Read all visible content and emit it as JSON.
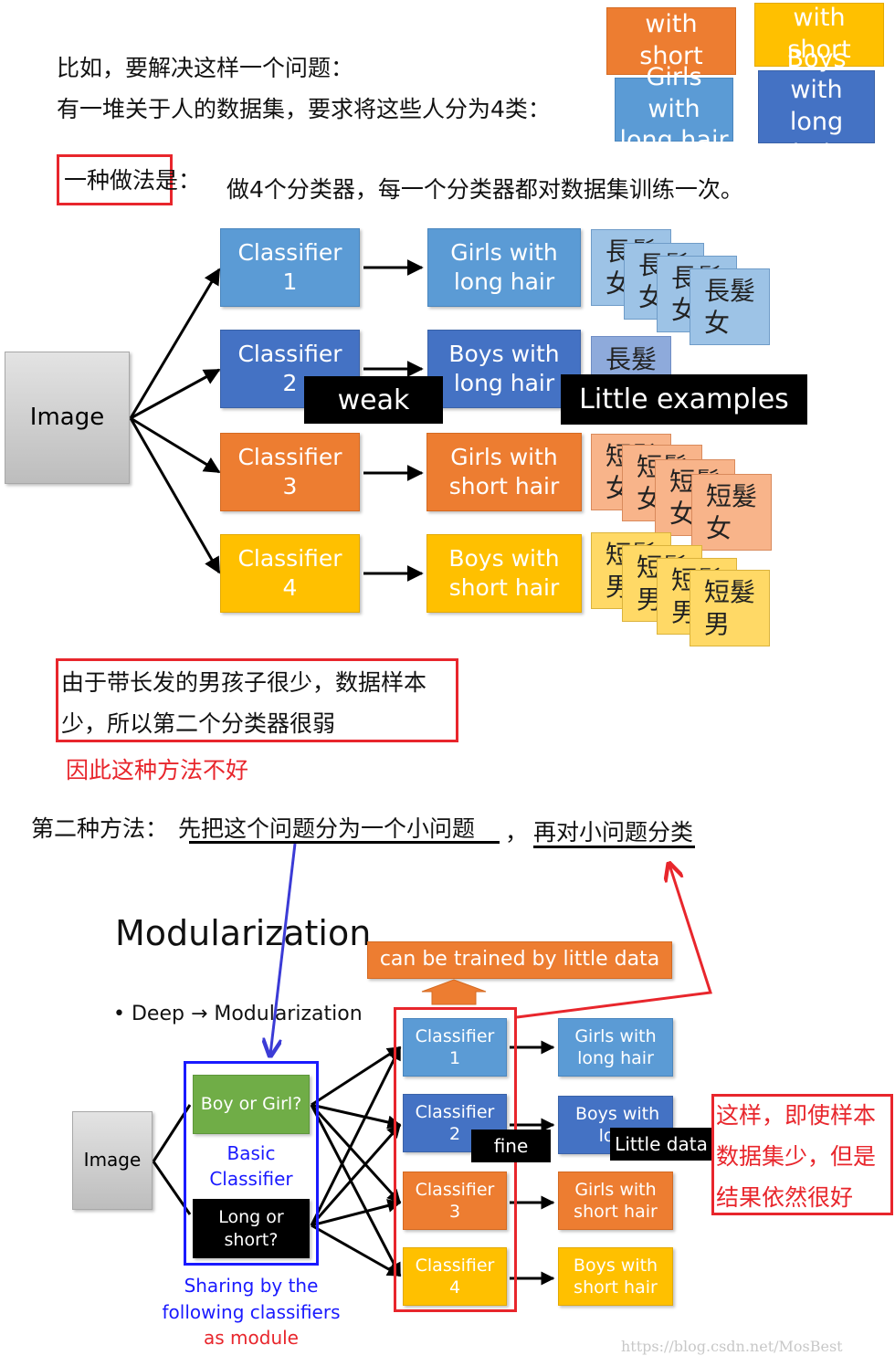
{
  "intro": {
    "line1": "比如，要解决这样一个问题：",
    "line2": "有一堆关于人的数据集，要求将这些人分为4类：",
    "method1_label": "一种做法是：",
    "method1_desc": "做4个分类器，每一个分类器都对数据集训练一次。"
  },
  "legend": [
    {
      "text": "Girls with short hair",
      "color": "#ed7d31"
    },
    {
      "text": "Boys with short hair",
      "color": "#ffc000"
    },
    {
      "text": "Girls with long hair",
      "color": "#5b9bd5"
    },
    {
      "text": "Boys with long hair",
      "color": "#4472c4"
    }
  ],
  "diagram1": {
    "image_label": "Image",
    "classifiers": [
      "Classifier\n1",
      "Classifier\n2",
      "Classifier\n3",
      "Classifier\n4"
    ],
    "classes": [
      "Girls with\nlong hair",
      "Boys with\nlong hair",
      "Girls with\nshort hair",
      "Boys with\nshort hair"
    ],
    "cards": {
      "long_girl": "長髮\n女",
      "long_boy": "長髮",
      "short_girl": "短髮\n女",
      "short_boy": "短髮\n男",
      "short_partial": "短"
    },
    "weak_label": "weak",
    "little_label": "Little examples"
  },
  "note1": {
    "text1": "由于带长发的男孩子很少，数据样本",
    "text2": "少，所以第二个分类器很弱",
    "conclusion": "因此这种方法不好"
  },
  "method2": {
    "prefix": "第二种方法：",
    "part1": "先把这个问题分为一个小问题",
    "sep": "，",
    "part2": "再对小问题分类"
  },
  "diagram2": {
    "title": "Modularization",
    "bullet": "• Deep → Modularization",
    "trained_label": "can be trained by little data",
    "image_label": "Image",
    "basic1": "Boy or Girl?",
    "basic2": "Long or\nshort?",
    "basic_caption": "Basic\nClassifier",
    "sharing1": "Sharing by the",
    "sharing2": "following classifiers",
    "sharing3": "as module",
    "classifiers": [
      "Classifier\n1",
      "Classifier\n2",
      "Classifier\n3",
      "Classifier\n4"
    ],
    "classes": [
      "Girls with\nlong hair",
      "Boys with\nlong",
      "Girls with\nshort hair",
      "Boys with\nshort hair"
    ],
    "fine_label": "fine",
    "little_label": "Little data"
  },
  "note2": {
    "line1": "这样，即使样本",
    "line2": "数据集少，但是",
    "line3": "结果依然很好"
  },
  "watermark": "https://blog.csdn.net/MosBest",
  "colors": {
    "red": "#e8262c",
    "blue_arrow": "#3b3bd6",
    "blue_frame": "#1a1aff"
  }
}
